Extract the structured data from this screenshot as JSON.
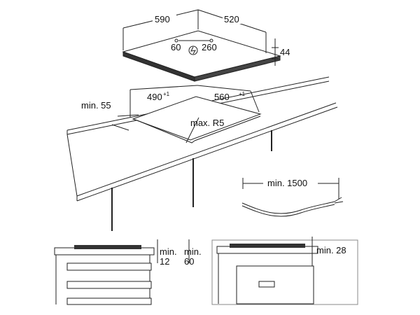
{
  "hob": {
    "width": "590",
    "depth": "520",
    "height": "44",
    "cable_min": "60",
    "cable_max": "260"
  },
  "cutout": {
    "width": "490",
    "width_tol": "+1",
    "depth": "560",
    "depth_tol": "+1",
    "edge_distance": "min. 55",
    "radius": "max. R5"
  },
  "cable": {
    "length": "min. 1500"
  },
  "detail_left": {
    "gap_label": "min.",
    "gap_value": "12",
    "space_label": "min.",
    "space_value": "60"
  },
  "detail_right": {
    "gap": "min. 28"
  }
}
